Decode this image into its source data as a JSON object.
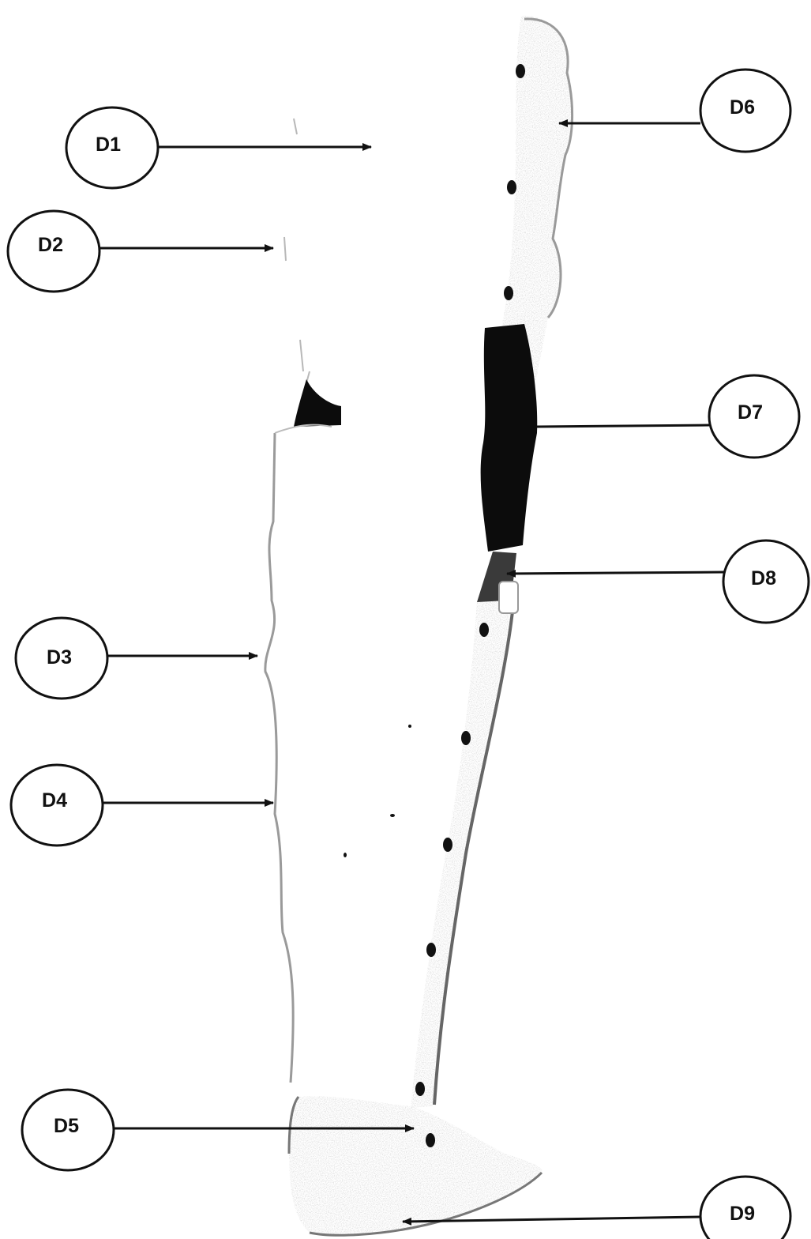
{
  "figure": {
    "callouts": [
      {
        "id": "d1",
        "label": "D1"
      },
      {
        "id": "d2",
        "label": "D2"
      },
      {
        "id": "d3",
        "label": "D3"
      },
      {
        "id": "d4",
        "label": "D4"
      },
      {
        "id": "d5",
        "label": "D5"
      },
      {
        "id": "d6",
        "label": "D6"
      },
      {
        "id": "d7",
        "label": "D7"
      },
      {
        "id": "d8",
        "label": "D8"
      },
      {
        "id": "d9",
        "label": "D9"
      }
    ]
  }
}
